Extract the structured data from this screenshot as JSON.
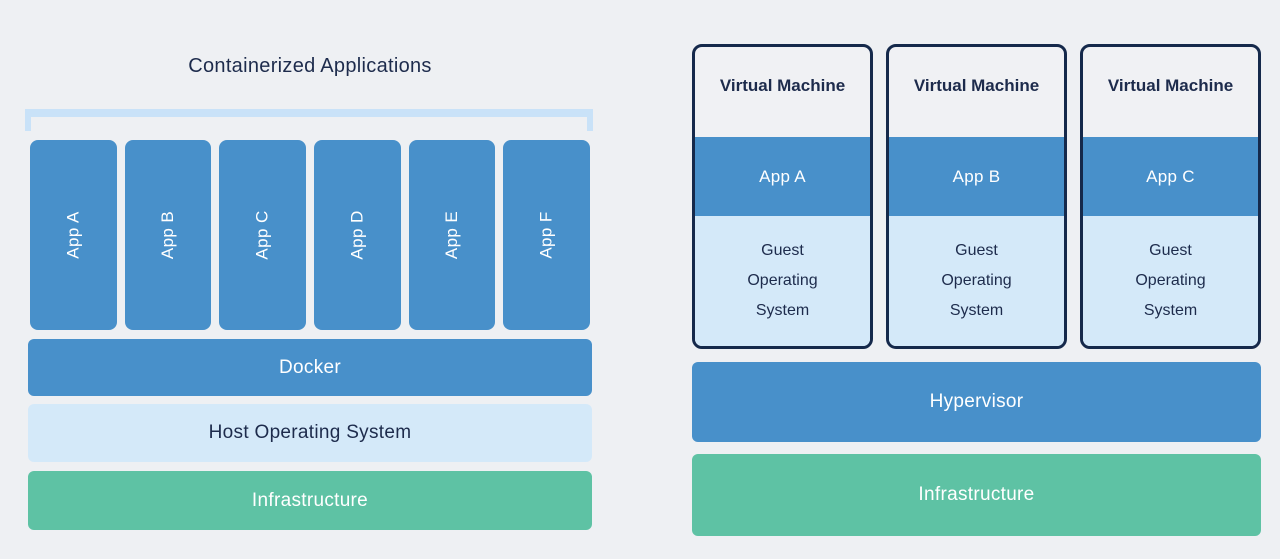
{
  "colors": {
    "background": "#eef0f3",
    "blue": "#4890ca",
    "lightBlue": "#d4e9f9",
    "green": "#5ec2a4",
    "navy": "#1d2b4c",
    "border": "#15294b",
    "bracket": "#c9e2f8",
    "vmTop": "#f0f1f4",
    "white": "#ffffff"
  },
  "left": {
    "title": "Containerized Applications",
    "apps": [
      "App A",
      "App B",
      "App C",
      "App D",
      "App E",
      "App F"
    ],
    "layers": {
      "docker": "Docker",
      "host_os": "Host Operating System",
      "infrastructure": "Infrastructure"
    }
  },
  "right": {
    "vms": [
      {
        "title": "Virtual Machine",
        "app": "App A",
        "os": "Guest Operating System"
      },
      {
        "title": "Virtual Machine",
        "app": "App B",
        "os": "Guest Operating System"
      },
      {
        "title": "Virtual Machine",
        "app": "App C",
        "os": "Guest Operating System"
      }
    ],
    "layers": {
      "hypervisor": "Hypervisor",
      "infrastructure": "Infrastructure"
    }
  }
}
